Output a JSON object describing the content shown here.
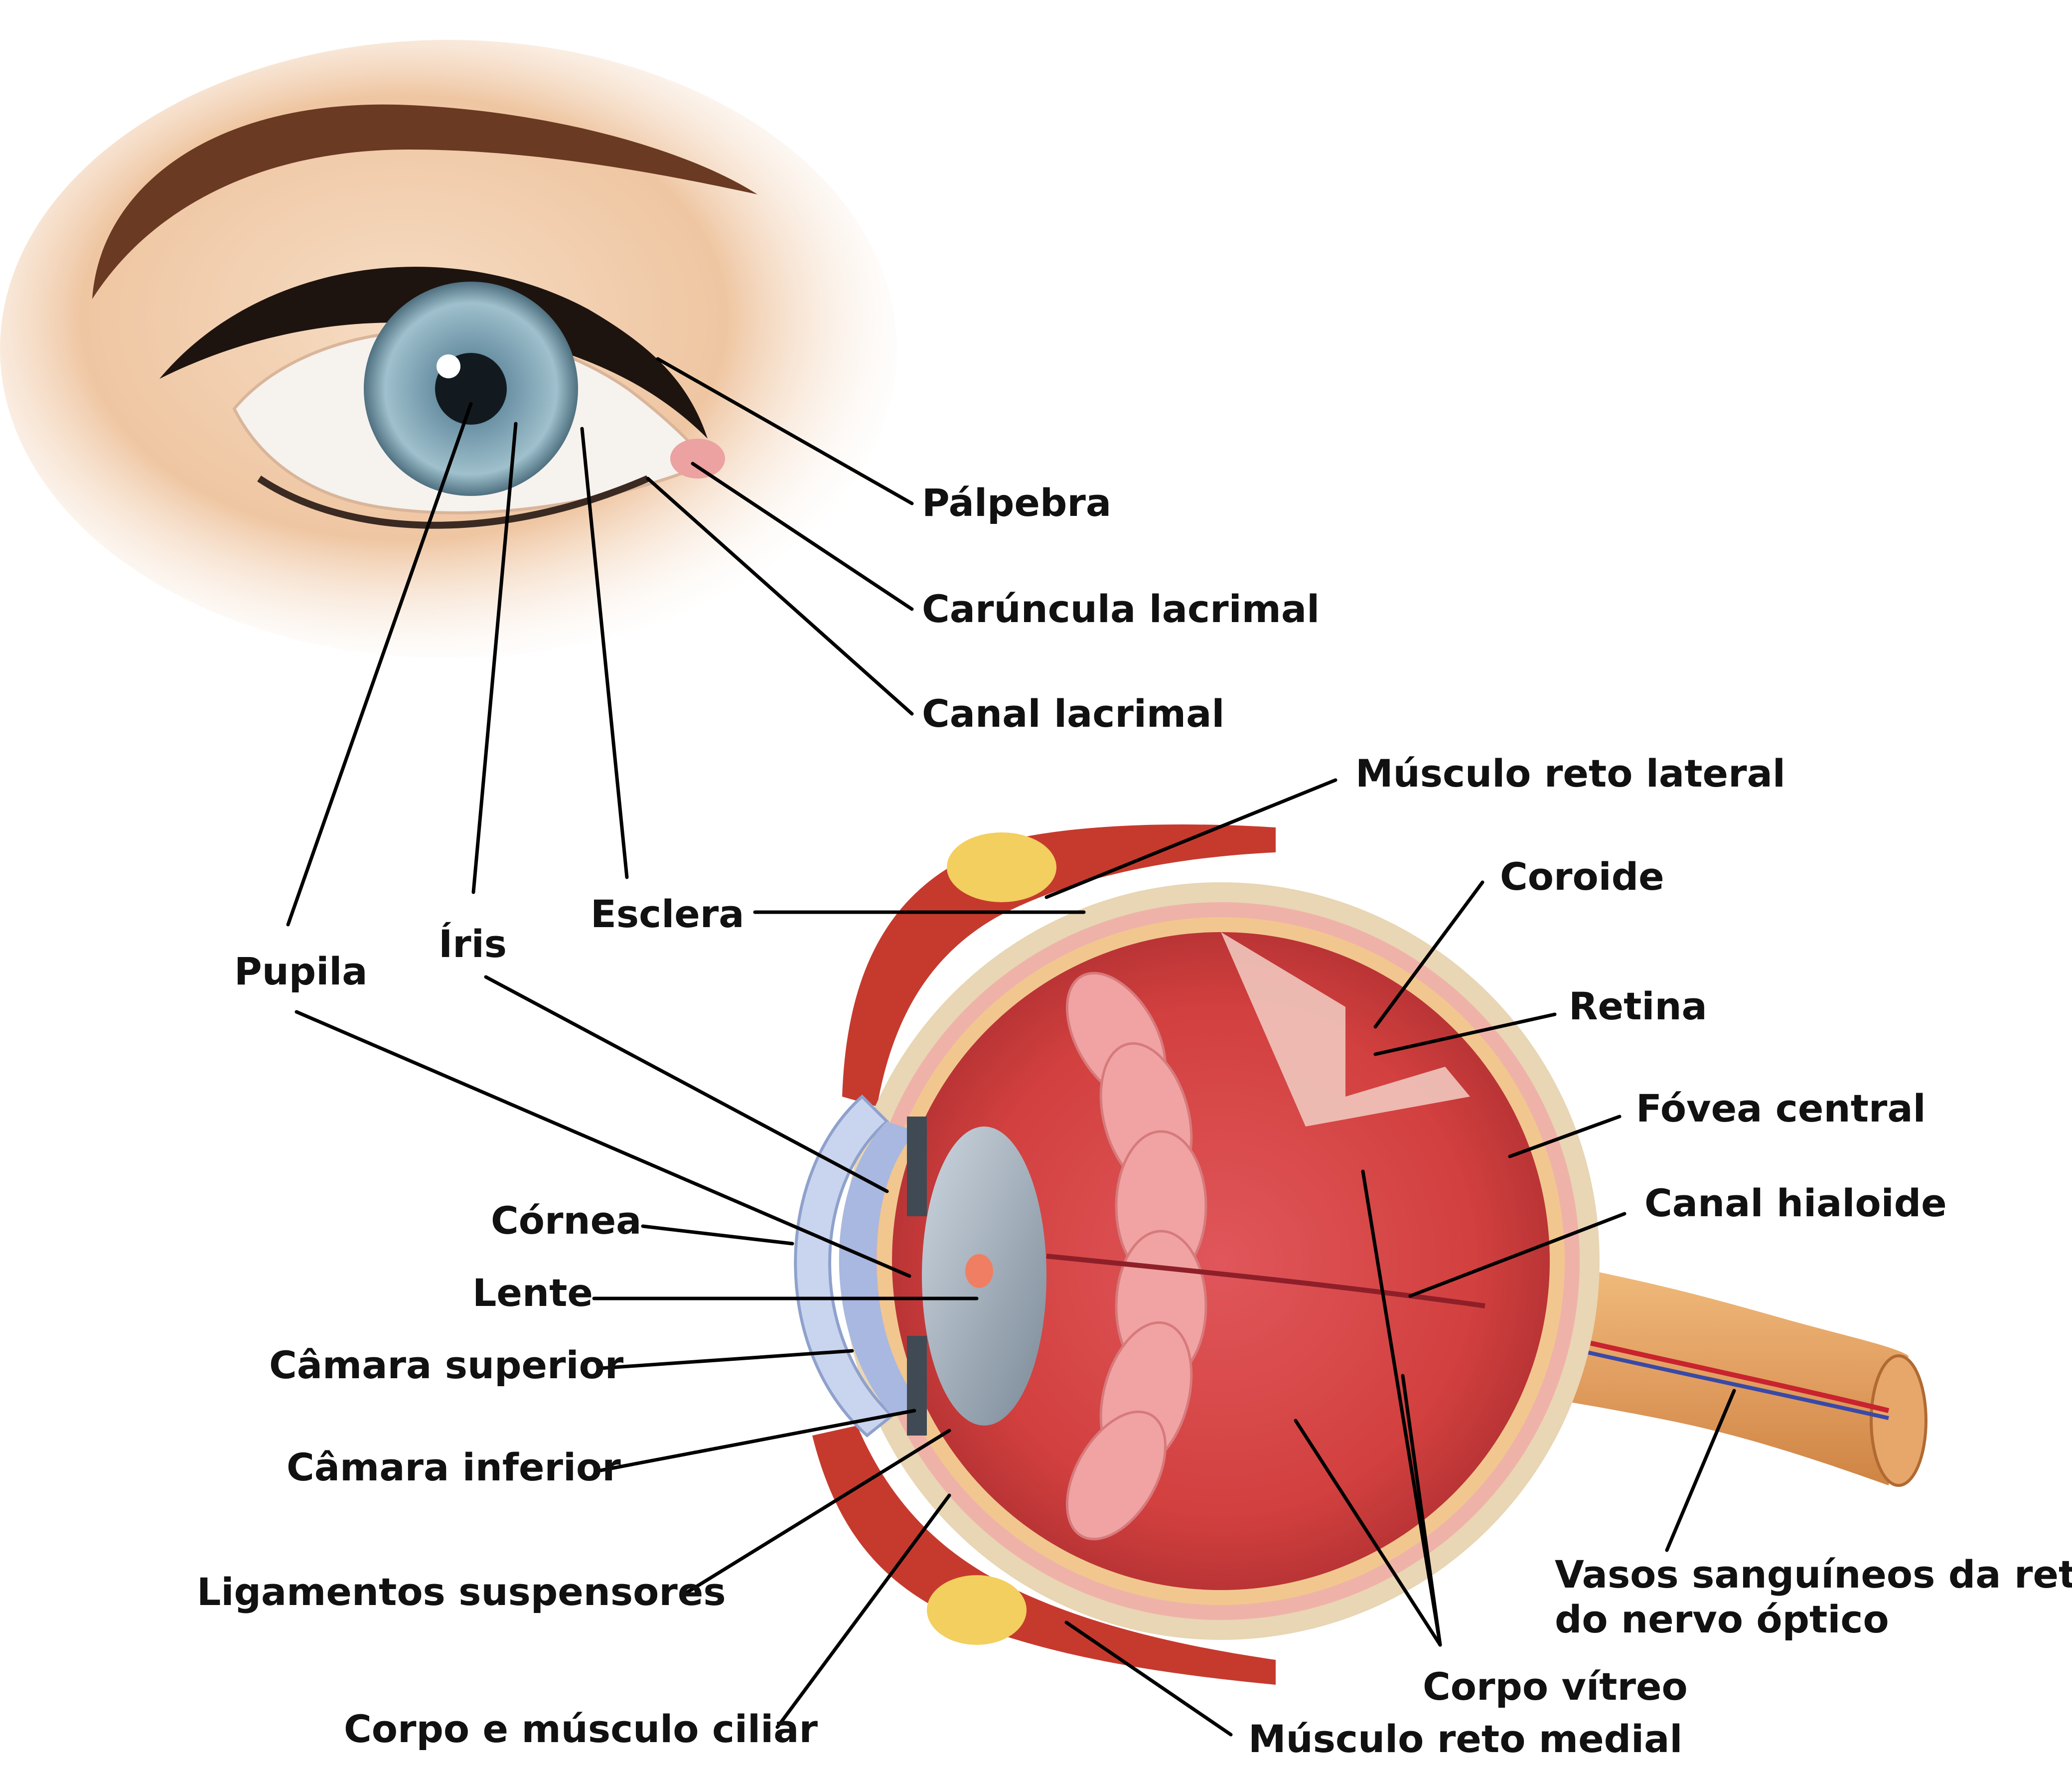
{
  "labels": {
    "palpebra": "Pálpebra",
    "caruncula": "Carúncula lacrimal",
    "canal_lacrimal": "Canal lacrimal",
    "musculo_reto_lateral": "Músculo reto lateral",
    "coroide": "Coroide",
    "retina": "Retina",
    "fovea": "Fóvea central",
    "canal_hialoide": "Canal hialoide",
    "vasos_line1": "Vasos sanguíneos da retina",
    "vasos_line2": "do nervo óptico",
    "corpo_vitreo": "Corpo vítreo",
    "musculo_reto_medial": "Músculo reto medial",
    "corpo_musculo_ciliar": "Corpo e músculo ciliar",
    "ligamentos": "Ligamentos suspensores",
    "camara_inferior": "Câmara inferior",
    "camara_superior": "Câmara superior",
    "lente": "Lente",
    "cornea": "Córnea",
    "pupila": "Pupila",
    "iris": "Íris",
    "esclera": "Esclera"
  },
  "colors": {
    "skin": "#f1c9a8",
    "brow": "#6b3a22",
    "iris": "#7fa7b8",
    "sclera_outer": "#e8d6b4",
    "choroid_pink": "#e98a8a",
    "vitreous_red": "#d8464a",
    "muscle_red": "#c63a2e",
    "fat_yellow": "#f2cf5e",
    "optic_nerve": "#e4a867",
    "lens_gray": "#9aa8b4",
    "cornea_blue": "#c9d4ee"
  }
}
